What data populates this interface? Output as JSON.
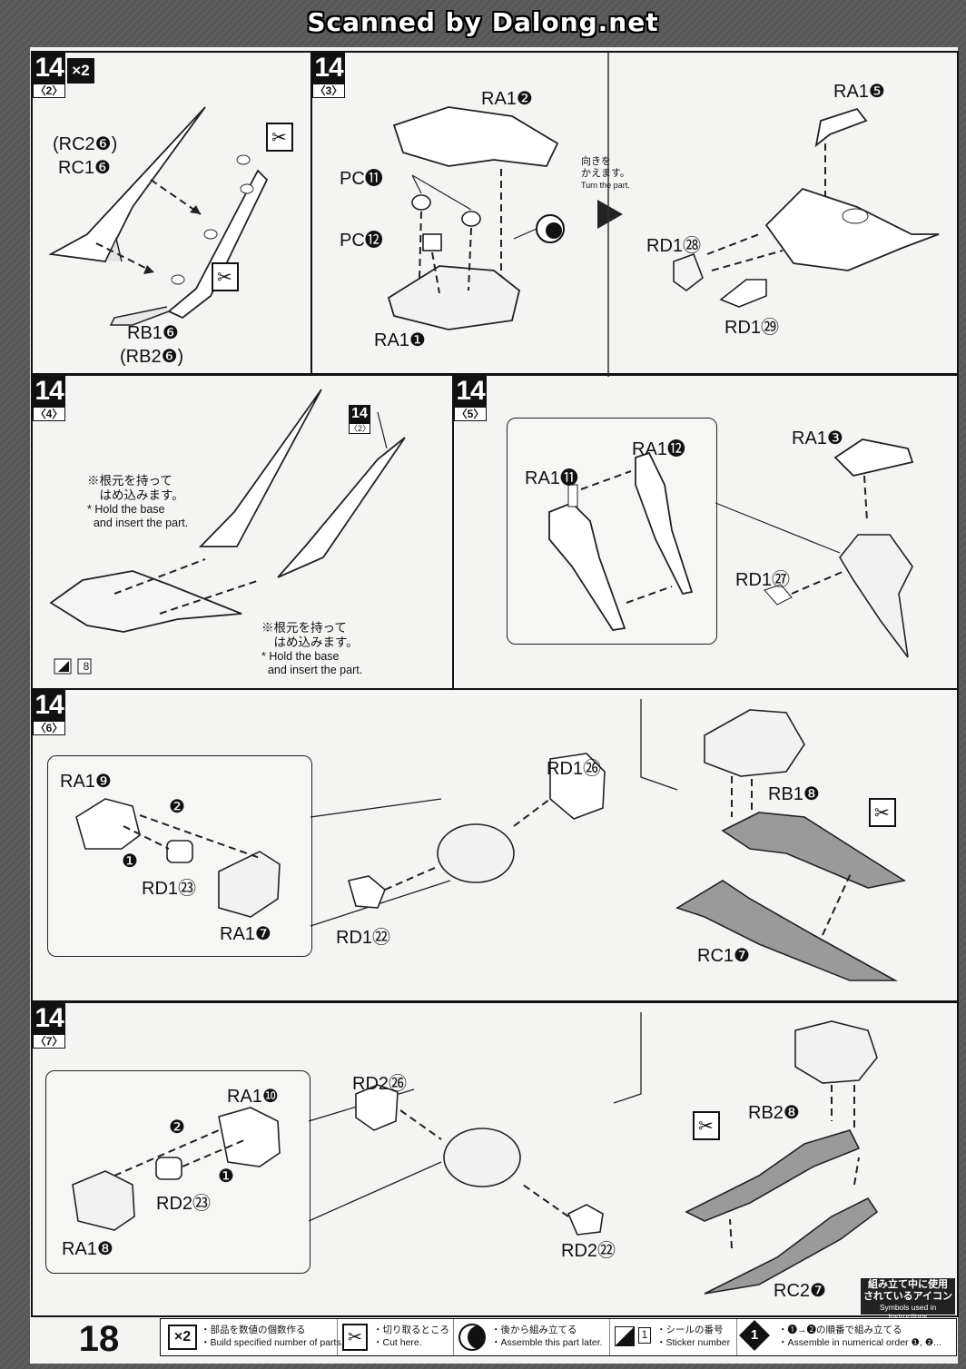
{
  "header": {
    "scan_credit": "Scanned by Dalong.net"
  },
  "steps": {
    "s2": {
      "num": "14",
      "sub": "〈2〉",
      "mult": "×2",
      "labels": [
        "(RC2❻)",
        "RC1❻",
        "RB1❻",
        "(RB2❻)"
      ]
    },
    "s3": {
      "num": "14",
      "sub": "〈3〉",
      "labels": [
        "RA1❷",
        "PC⓫",
        "PC⓬",
        "RA1❶",
        "RA1❺",
        "RD1㉘",
        "RD1㉙"
      ],
      "turn_jp": "向きを\nかえます。",
      "turn_en": "Turn the part."
    },
    "s4": {
      "num": "14",
      "sub": "〈4〉",
      "ref_num": "14",
      "ref_sub": "〈2〉",
      "note1_jp": "※根元を持って\n　はめ込みます。",
      "note1_en": "* Hold the base\n  and insert the part.",
      "note2_jp": "※根元を持って\n　はめ込みます。",
      "note2_en": "* Hold the base\n  and insert the part.",
      "sticker": "8"
    },
    "s5": {
      "num": "14",
      "sub": "〈5〉",
      "labels": [
        "RA1⓬",
        "RA1⓫",
        "RA1❸",
        "RD1㉗"
      ]
    },
    "s6": {
      "num": "14",
      "sub": "〈6〉",
      "labels": [
        "RA1❾",
        "RD1㉓",
        "RA1❼",
        "RD1㉖",
        "RD1㉒",
        "RB1❽",
        "RC1❼"
      ],
      "order": [
        "❷",
        "❶"
      ]
    },
    "s7": {
      "num": "14",
      "sub": "〈7〉",
      "labels": [
        "RA1❿",
        "RD2㉓",
        "RA1❽",
        "RD2㉖",
        "RD2㉒",
        "RB2❽",
        "RC2❼"
      ],
      "order": [
        "❷",
        "❶"
      ]
    }
  },
  "symbols_box": {
    "jp": "組み立て中に使用\nされているアイコン",
    "en": "Symbols used in instructions"
  },
  "page_number": "18",
  "legend": [
    {
      "icon": "×2",
      "jp": "・部品を数値の個数作る",
      "en": "・Build specified number of parts."
    },
    {
      "icon": "cut-icon",
      "jp": "・切り取るところ",
      "en": "・Cut here."
    },
    {
      "icon": "later-icon",
      "jp": "・後から組み立てる",
      "en": "・Assemble this part later."
    },
    {
      "icon": "sticker-icon",
      "num": "1",
      "jp": "・シールの番号",
      "en": "・Sticker number"
    },
    {
      "icon": "order-icon",
      "num": "1",
      "jp": "・❶→❷の順番で組み立てる",
      "en": "・Assemble in numerical order ❶, ❷..."
    }
  ]
}
